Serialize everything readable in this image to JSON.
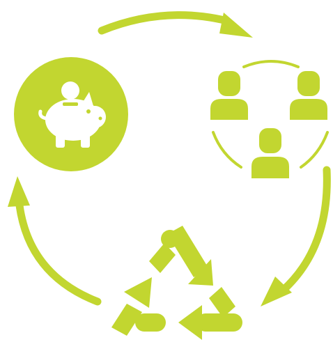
{
  "accent_color": "#c2d630",
  "background_color": "#ffffff",
  "nodes": [
    {
      "icon": "piggy-bank-coin-icon"
    },
    {
      "icon": "people-group-circle-icon"
    },
    {
      "icon": "recycle-triangle-icon"
    }
  ],
  "arrows": [
    {
      "icon": "arrow-piggy-to-people",
      "direction": "clockwise"
    },
    {
      "icon": "arrow-people-to-recycle",
      "direction": "clockwise"
    },
    {
      "icon": "arrow-recycle-to-piggy",
      "direction": "clockwise"
    }
  ]
}
